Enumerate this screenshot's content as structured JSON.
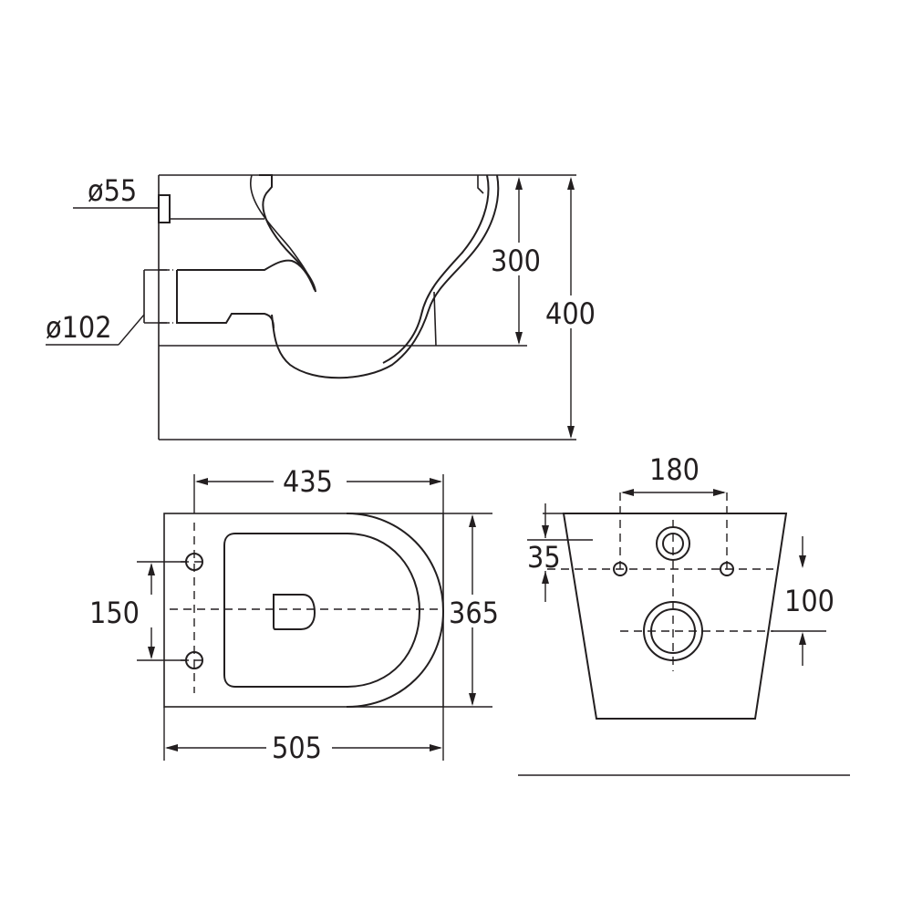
{
  "dimensions": {
    "pipe_small": "ø55",
    "pipe_large": "ø102",
    "outlet_height": "300",
    "total_height": "400",
    "fixing_span": "435",
    "bolt_spacing": "150",
    "width": "365",
    "length": "505",
    "rear_hole_spacing": "180",
    "rear_offset": "35",
    "rear_vertical": "100"
  }
}
